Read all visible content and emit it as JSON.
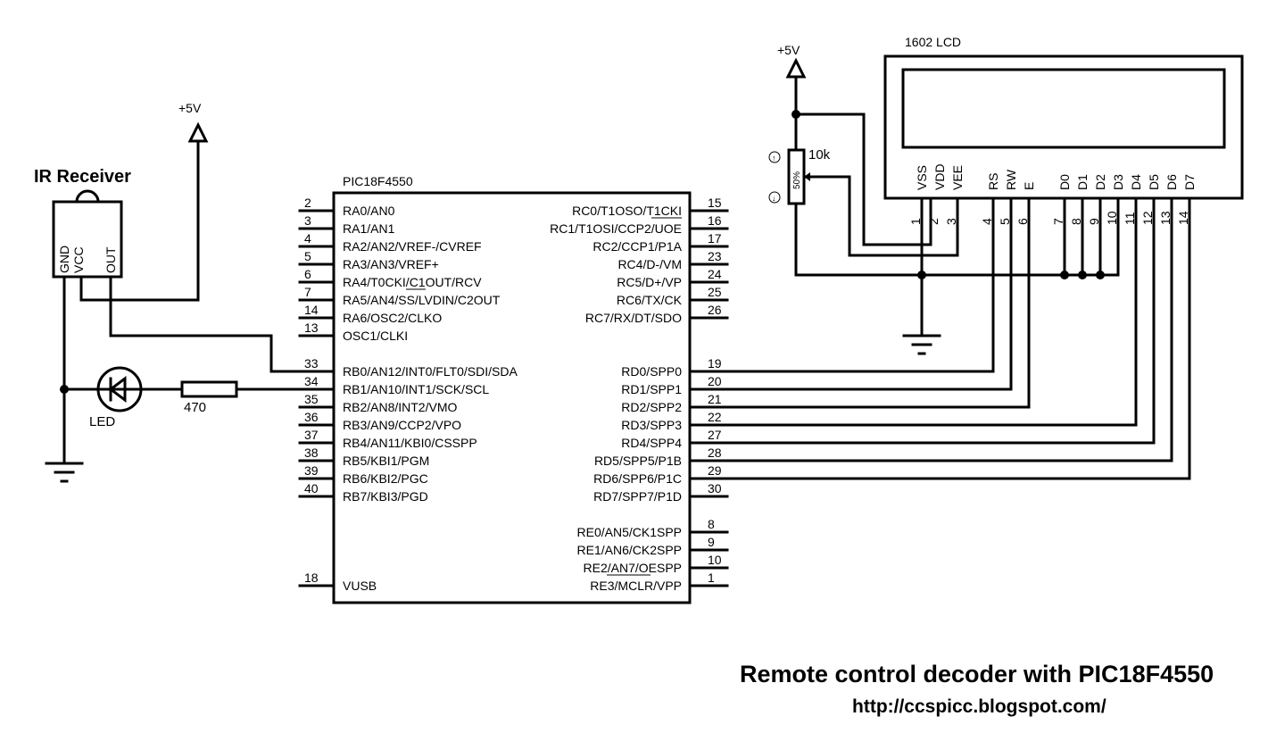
{
  "supply_label": "+5V",
  "ir_receiver": {
    "title": "IR Receiver",
    "pins": [
      "GND",
      "VCC",
      "OUT"
    ]
  },
  "led": {
    "label": "LED"
  },
  "resistor": {
    "value": "470"
  },
  "mcu": {
    "name": "PIC18F4550",
    "left_pins": [
      {
        "num": "2",
        "name": "RA0/AN0"
      },
      {
        "num": "3",
        "name": "RA1/AN1"
      },
      {
        "num": "4",
        "name": "RA2/AN2/VREF-/CVREF"
      },
      {
        "num": "5",
        "name": "RA3/AN3/VREF+"
      },
      {
        "num": "6",
        "name": "RA4/T0CKI/C1OUT/RCV"
      },
      {
        "num": "7",
        "name": "RA5/AN4/SS/LVDIN/C2OUT"
      },
      {
        "num": "14",
        "name": "RA6/OSC2/CLKO"
      },
      {
        "num": "13",
        "name": "OSC1/CLKI"
      },
      {
        "num": "33",
        "name": "RB0/AN12/INT0/FLT0/SDI/SDA"
      },
      {
        "num": "34",
        "name": "RB1/AN10/INT1/SCK/SCL"
      },
      {
        "num": "35",
        "name": "RB2/AN8/INT2/VMO"
      },
      {
        "num": "36",
        "name": "RB3/AN9/CCP2/VPO"
      },
      {
        "num": "37",
        "name": "RB4/AN11/KBI0/CSSPP"
      },
      {
        "num": "38",
        "name": "RB5/KBI1/PGM"
      },
      {
        "num": "39",
        "name": "RB6/KBI2/PGC"
      },
      {
        "num": "40",
        "name": "RB7/KBI3/PGD"
      },
      {
        "num": "18",
        "name": "VUSB"
      }
    ],
    "right_pins": [
      {
        "num": "15",
        "name": "RC0/T1OSO/T1CKI"
      },
      {
        "num": "16",
        "name": "RC1/T1OSI/CCP2/UOE"
      },
      {
        "num": "17",
        "name": "RC2/CCP1/P1A"
      },
      {
        "num": "23",
        "name": "RC4/D-/VM"
      },
      {
        "num": "24",
        "name": "RC5/D+/VP"
      },
      {
        "num": "25",
        "name": "RC6/TX/CK"
      },
      {
        "num": "26",
        "name": "RC7/RX/DT/SDO"
      },
      {
        "num": "19",
        "name": "RD0/SPP0"
      },
      {
        "num": "20",
        "name": "RD1/SPP1"
      },
      {
        "num": "21",
        "name": "RD2/SPP2"
      },
      {
        "num": "22",
        "name": "RD3/SPP3"
      },
      {
        "num": "27",
        "name": "RD4/SPP4"
      },
      {
        "num": "28",
        "name": "RD5/SPP5/P1B"
      },
      {
        "num": "29",
        "name": "RD6/SPP6/P1C"
      },
      {
        "num": "30",
        "name": "RD7/SPP7/P1D"
      },
      {
        "num": "8",
        "name": "RE0/AN5/CK1SPP"
      },
      {
        "num": "9",
        "name": "RE1/AN6/CK2SPP"
      },
      {
        "num": "10",
        "name": "RE2/AN7/OESPP"
      },
      {
        "num": "1",
        "name": "RE3/MCLR/VPP"
      }
    ]
  },
  "pot": {
    "value": "10k",
    "wiper": "50%",
    "up": "↑",
    "down": "↓"
  },
  "lcd": {
    "name": "1602 LCD",
    "pins": [
      {
        "num": "1",
        "name": "VSS"
      },
      {
        "num": "2",
        "name": "VDD"
      },
      {
        "num": "3",
        "name": "VEE"
      },
      {
        "num": "4",
        "name": "RS"
      },
      {
        "num": "5",
        "name": "RW"
      },
      {
        "num": "6",
        "name": "E"
      },
      {
        "num": "7",
        "name": "D0"
      },
      {
        "num": "8",
        "name": "D1"
      },
      {
        "num": "9",
        "name": "D2"
      },
      {
        "num": "10",
        "name": "D3"
      },
      {
        "num": "11",
        "name": "D4"
      },
      {
        "num": "12",
        "name": "D5"
      },
      {
        "num": "13",
        "name": "D6"
      },
      {
        "num": "14",
        "name": "D7"
      }
    ]
  },
  "footer": {
    "title": "Remote control decoder with PIC18F4550",
    "url": "http://ccspicc.blogspot.com/"
  }
}
